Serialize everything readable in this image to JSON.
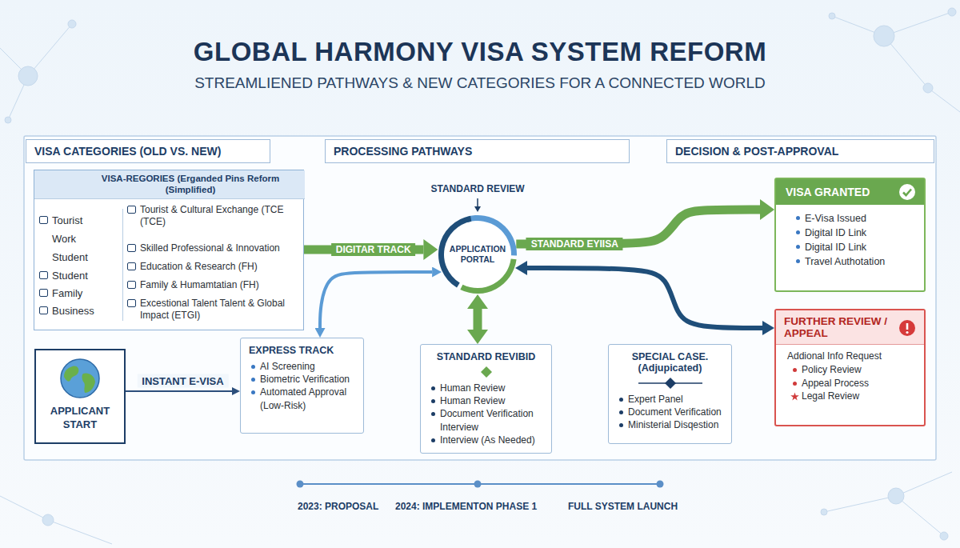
{
  "diagram": {
    "title": "GLOBAL HARMONY VISA SYSTEM REFORM",
    "nodes": [
      {
        "text": [
          "VISA CATEGORIES (OLD VS. NEW)"
        ]
      },
      {
        "text": [
          "PROCESSING PATHWAYS"
        ]
      },
      {
        "text": [
          "DECISION & POST-APPROVAL"
        ]
      },
      {
        "text": [
          "VISA-REGORIES (Erganded Pins Reform (Simplified)",
          "Tourist",
          "Work",
          "Student",
          "Student",
          "Family",
          "Business",
          "Tourist & Cultural Exchange (TCE (TCE)",
          "Skilled Professional & Innovation",
          "Education & Research (FH)",
          "Family & Humamtatian (FH)",
          "Excestional Talent Talent & Global Impact (ETGI)"
        ]
      },
      {
        "text": [
          "APPLICANT START"
        ]
      },
      {
        "text": [
          "EXPRESS TRACK",
          "AI Screening",
          "Biometric Verification",
          "Automated Approval (Low-Risk)"
        ]
      },
      {
        "text": [
          "APPLICATION PORTAL"
        ]
      },
      {
        "text": [
          "STANDARD REVIBID",
          "Human Review",
          "Human Review",
          "Document Verification Interview",
          "Interview (As Needed)"
        ]
      },
      {
        "text": [
          "SPECIAL CASE. (Adjupicated)",
          "Expert Panel",
          "Document Verification",
          "Ministerial Disqestion"
        ]
      },
      {
        "text": [
          "VISA GRANTED",
          "E-Visa Issued",
          "Digital ID Link",
          "Digital ID Link",
          "Travel Authotation"
        ]
      },
      {
        "text": [
          "FURTHER REVIEW / APPEAL",
          "Addional Info Request",
          "Policy Review",
          "Appeal Process",
          "Legal Review"
        ]
      }
    ],
    "edges": [
      {
        "from": 4,
        "to": 5,
        "arrow": "to",
        "label": "INSTANT E-VISA"
      },
      {
        "from": 3,
        "to": 6,
        "arrow": "to",
        "label": "DIGITAR TRACK"
      },
      {
        "from": 5,
        "to": 6,
        "arrow": "both"
      },
      {
        "from": 6,
        "to": 7,
        "arrow": "both"
      },
      {
        "from": 6,
        "to": 9,
        "arrow": "to",
        "label": "STANDARD EYIISA"
      },
      {
        "from": 6,
        "to": 10,
        "arrow": "both"
      }
    ],
    "labels": [
      "STREAMLIENED PATHWAYS & NEW CATEGORIES FOR A CONNECTED WORLD",
      "STANDARD REVIEW",
      "2023: PROPOSAL",
      "2024: IMPLEMENTON PHASE 1",
      "FULL SYSTEM LAUNCH"
    ]
  }
}
